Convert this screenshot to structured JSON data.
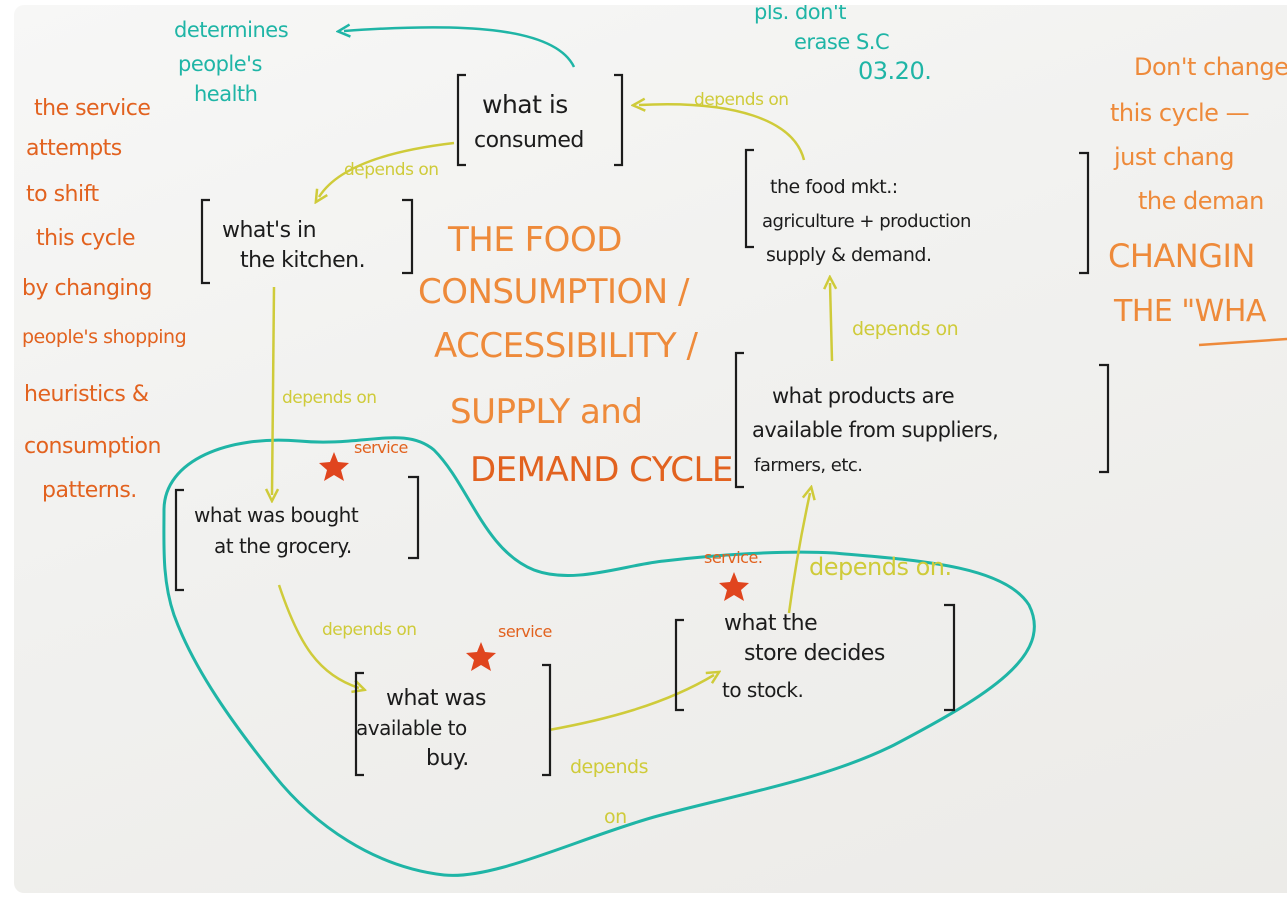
{
  "colors": {
    "black": "#1c1c1c",
    "orange": "#ee8a3a",
    "deep_orange": "#e2621f",
    "yellow": "#cfcb3a",
    "teal": "#1fb5a6",
    "star": "#e0451e"
  },
  "title": [
    "THE FOOD",
    "CONSUMPTION /",
    "ACCESSIBILITY /",
    "SUPPLY and",
    "DEMAND CYCLE"
  ],
  "nodes": {
    "consumed": [
      "what is",
      "consumed"
    ],
    "kitchen": [
      "what's in",
      "the kitchen."
    ],
    "grocery": [
      "what was bought",
      "at the grocery."
    ],
    "available": [
      "what was",
      "available to",
      "buy."
    ],
    "store": [
      "what the",
      "store decides",
      "to stock."
    ],
    "products": [
      "what products are",
      "available from suppliers,",
      "farmers, etc."
    ],
    "foodmkt": [
      "the food mkt.:",
      "agriculture + production",
      "supply & demand."
    ]
  },
  "edges": {
    "kitchen_to_consumed": "depends on",
    "grocery_to_kitchen": "depends on",
    "available_to_grocery": "depends on",
    "store_to_available": [
      "depends",
      "on"
    ],
    "products_to_store": "depends on.",
    "foodmkt_to_products": "depends on",
    "consumed_to_foodmkt": "depends on"
  },
  "service_labels": {
    "grocery": "service",
    "available": "service",
    "store": "service."
  },
  "notes": {
    "health": [
      "determines",
      "people's",
      "health"
    ],
    "erase": [
      "pls. don't",
      "erase S.C",
      "03.20."
    ],
    "left": [
      "the service",
      "attempts",
      "to shift",
      "this cycle",
      "by changing",
      "people's shopping",
      "heuristics &",
      "consumption",
      "patterns."
    ],
    "right": [
      "Don't change",
      "this cycle —",
      "just chang",
      "the deman",
      "CHANGIN",
      "THE \"WHA"
    ]
  }
}
